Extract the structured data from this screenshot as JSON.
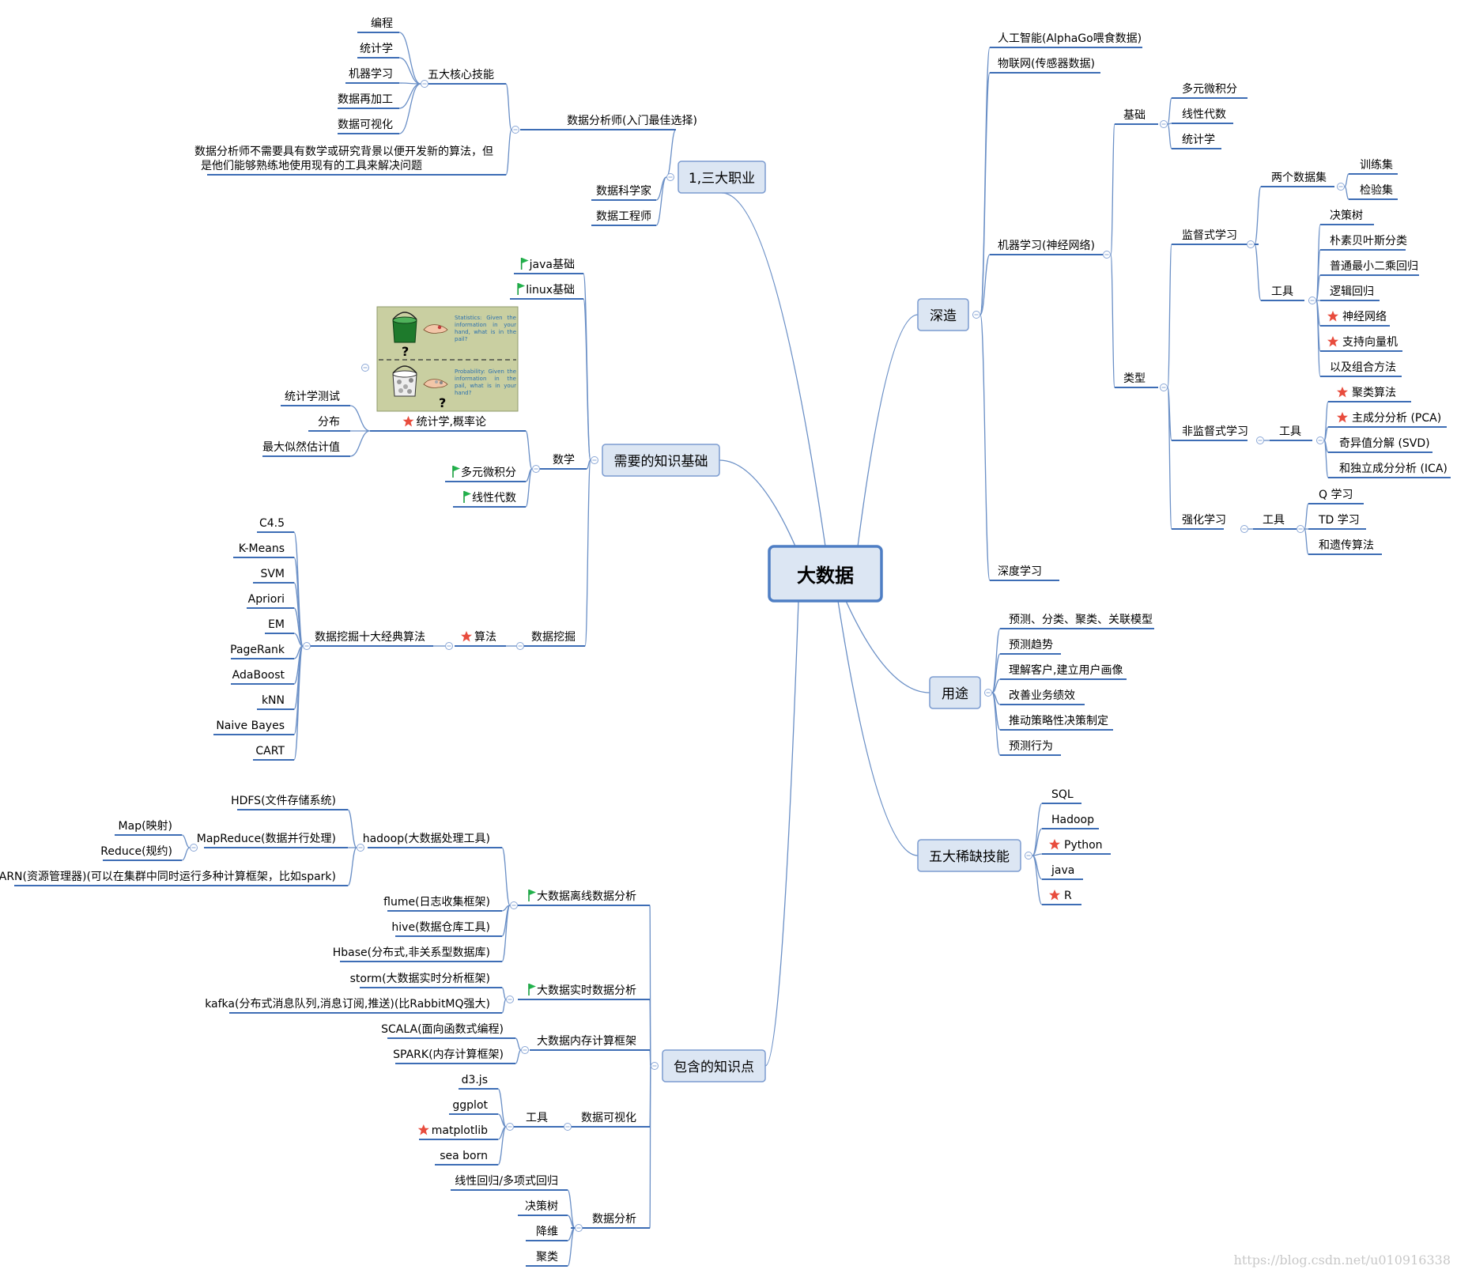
{
  "colors": {
    "line": "#6a8fc6",
    "underline": "#3d6db5",
    "box_fill": "#dce6f3",
    "box_stroke": "#7b9bd0",
    "root_stroke": "#4e7ec4",
    "star": "#e84c3d",
    "flag": "#22b24c",
    "collapse": "#8aa7d6"
  },
  "root": {
    "label": "大数据"
  },
  "branches": [
    {
      "id": "b1",
      "label": "1,三大职业"
    },
    {
      "id": "b2",
      "label": "需要的知识基础"
    },
    {
      "id": "b3",
      "label": "包含的知识点"
    },
    {
      "id": "b4",
      "label": "深造"
    },
    {
      "id": "b5",
      "label": "用途"
    },
    {
      "id": "b6",
      "label": "五大稀缺技能"
    }
  ],
  "nodes": {
    "n100": "数据分析师(入门最佳选择)",
    "n101": "五大核心技能",
    "n102": "编程",
    "n103": "统计学",
    "n104": "机器学习",
    "n105": "数据再加工",
    "n106": "数据可视化",
    "n107": "数据分析师不需要具有数学或研究背景以便开发新的算法，但",
    "n108": "是他们能够熟练地使用现有的工具来解决问题",
    "n109": "数据科学家",
    "n110": "数据工程师",
    "n200": "java基础",
    "n201": "linux基础",
    "n202": "数学",
    "n203": "统计学,概率论",
    "n204": "统计学测试",
    "n205": "分布",
    "n206": "最大似然估计值",
    "n207": "多元微积分",
    "n208": "线性代数",
    "n209": "数据挖掘",
    "n210": "算法",
    "n211": "数据挖掘十大经典算法",
    "n212": "C4.5",
    "n213": "K-Means",
    "n214": "SVM",
    "n215": "Apriori",
    "n216": "EM",
    "n217": "PageRank",
    "n218": "AdaBoost",
    "n219": "kNN",
    "n220": "Naive  Bayes",
    "n221": "CART",
    "n300": "大数据离线数据分析",
    "n301": "hadoop(大数据处理工具)",
    "n302": "HDFS(文件存储系统)",
    "n303": "MapReduce(数据并行处理)",
    "n304": "Map(映射)",
    "n305": "Reduce(规约)",
    "n306": "YARN(资源管理器)(可以在集群中同时运行多种计算框架，比如spark)",
    "n307": "flume(日志收集框架)",
    "n308": "hive(数据仓库工具)",
    "n309": "Hbase(分布式,非关系型数据库)",
    "n310": "大数据实时数据分析",
    "n311": "storm(大数据实时分析框架)",
    "n312": "kafka(分布式消息队列,消息订阅,推送)(比RabbitMQ强大)",
    "n313": "大数据内存计算框架",
    "n314": "SCALA(面向函数式编程)",
    "n315": "SPARK(内存计算框架)",
    "n316": "数据可视化",
    "n317": "工具",
    "n318": "d3.js",
    "n319": "ggplot",
    "n320": "matplotlib",
    "n321": "sea born",
    "n322": "数据分析",
    "n323": "线性回归/多项式回归",
    "n324": "决策树",
    "n325": "降维",
    "n326": "聚类",
    "n400": "人工智能(AlphaGo喂食数据)",
    "n401": "物联网(传感器数据)",
    "n402": "机器学习(神经网络)",
    "n403": "基础",
    "n404": "多元微积分",
    "n405": "线性代数",
    "n406": "统计学",
    "n407": "类型",
    "n408": "监督式学习",
    "n409": "两个数据集",
    "n410": "训练集",
    "n411": "检验集",
    "n412": "工具",
    "n413": "决策树",
    "n414": "朴素贝叶斯分类",
    "n415": "普通最小二乘回归",
    "n416": "逻辑回归",
    "n417": "神经网络",
    "n418": "支持向量机",
    "n419": "以及组合方法",
    "n420": "非监督式学习",
    "n421": "工具",
    "n422": "聚类算法",
    "n423": "主成分分析 (PCA)",
    "n424": "奇异值分解 (SVD)",
    "n425": "和独立成分分析 (ICA)",
    "n426": "强化学习",
    "n427": "工具",
    "n428": "Q 学习",
    "n429": "TD 学习",
    "n430": "和遗传算法",
    "n431": "深度学习",
    "n500": "预测、分类、聚类、关联模型",
    "n501": "预测趋势",
    "n502": "理解客户,建立用户画像",
    "n503": "改善业务绩效",
    "n504": "推动策略性决策制定",
    "n505": "预测行为",
    "n600": "SQL",
    "n601": "Hadoop",
    "n602": "Python",
    "n603": "java",
    "n604": "R"
  },
  "image": {
    "q1": "Statistics: Given the information in your hand, what is in the pail?",
    "q2": "Probability: Given the information in the pail, what is in your hand?",
    "mark": "?"
  },
  "watermark": "https://blog.csdn.net/u010916338"
}
